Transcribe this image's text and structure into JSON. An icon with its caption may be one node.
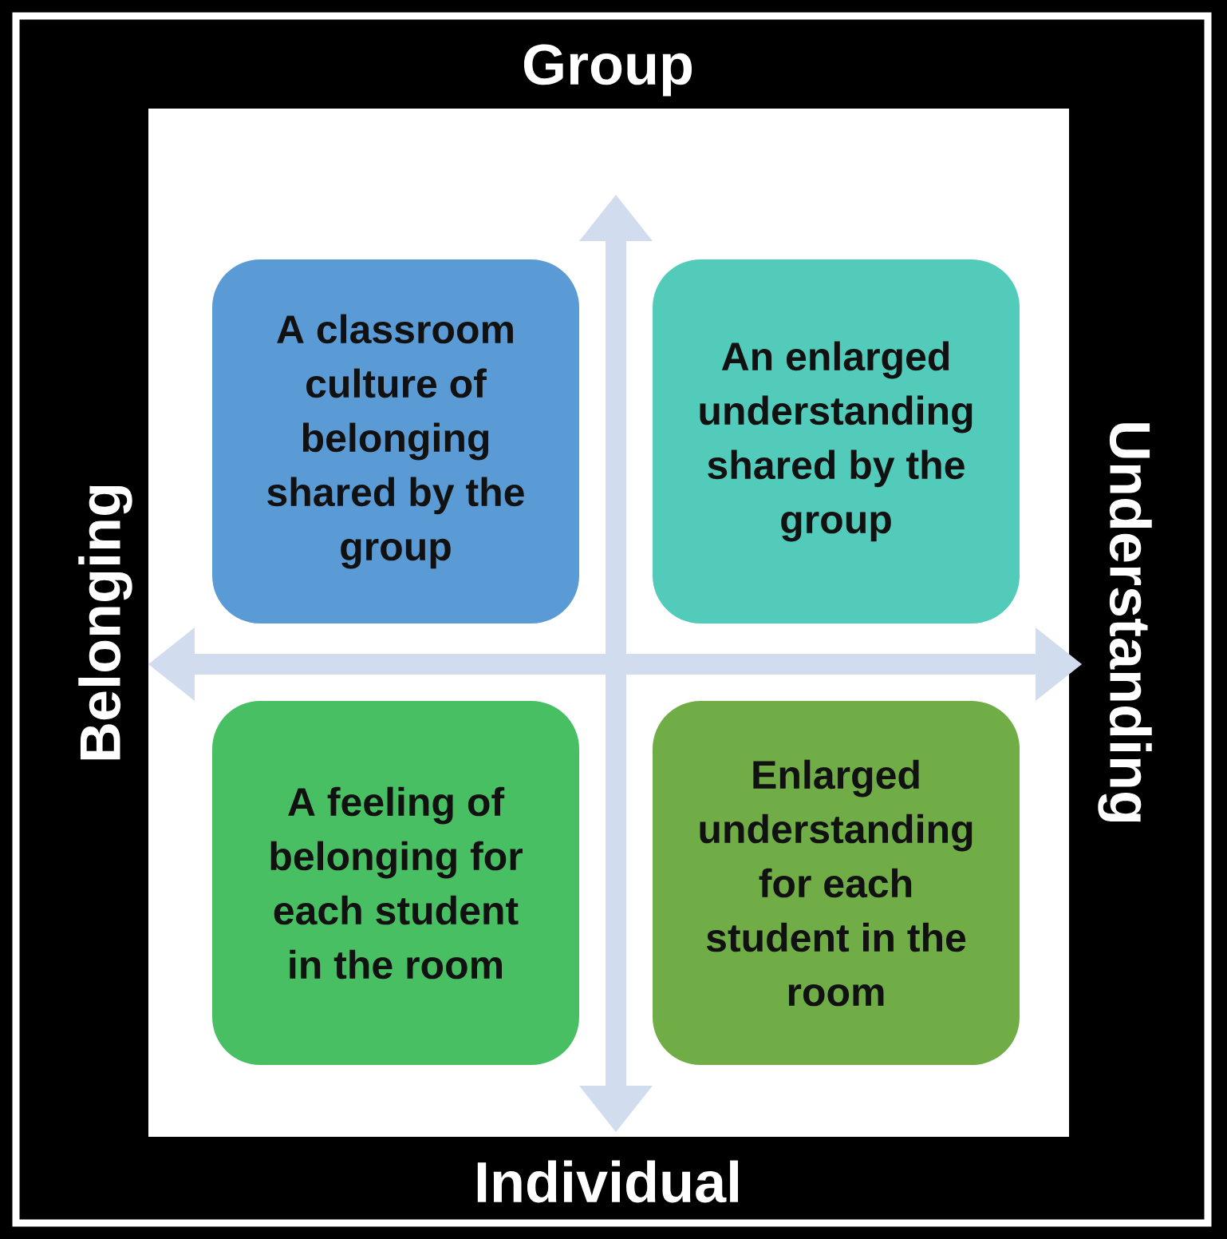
{
  "diagram": {
    "nodes": [
      {
        "text": [
          "A classroom culture of belonging shared by the group"
        ]
      },
      {
        "text": [
          "An enlarged understanding shared by the group"
        ]
      },
      {
        "text": [
          "A feeling of belonging for each student in the room"
        ]
      },
      {
        "text": [
          "Enlarged understanding for each student in the room"
        ]
      }
    ],
    "labels": [
      "Group",
      "Belonging",
      "Understanding",
      "Individual"
    ]
  }
}
